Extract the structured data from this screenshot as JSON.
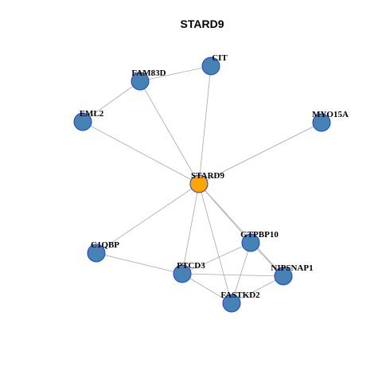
{
  "title": "STARD9",
  "colors": {
    "hub_fill": "#FFA500",
    "node_fill": "#4682B4",
    "node_border": "#1F3FD6",
    "edge": "#A8A8A8"
  },
  "nodes": [
    {
      "id": "STARD9",
      "label": "STARD9",
      "hub": true
    },
    {
      "id": "CIT",
      "label": "CIT",
      "hub": false
    },
    {
      "id": "FAM83D",
      "label": "FAM83D",
      "hub": false
    },
    {
      "id": "EML2",
      "label": "EML2",
      "hub": false
    },
    {
      "id": "MYO15A",
      "label": "MYO15A",
      "hub": false
    },
    {
      "id": "GTPBP10",
      "label": "GTPBP10",
      "hub": false
    },
    {
      "id": "C1QBP",
      "label": "C1QBP",
      "hub": false
    },
    {
      "id": "PTCD3",
      "label": "PTCD3",
      "hub": false
    },
    {
      "id": "NIPSNAP1",
      "label": "NIPSNAP1",
      "hub": false
    },
    {
      "id": "FASTKD2",
      "label": "FASTKD2",
      "hub": false
    }
  ],
  "edges": [
    [
      "FAM83D",
      "CIT"
    ],
    [
      "FAM83D",
      "EML2"
    ],
    [
      "FAM83D",
      "STARD9"
    ],
    [
      "CIT",
      "STARD9"
    ],
    [
      "EML2",
      "STARD9"
    ],
    [
      "MYO15A",
      "STARD9"
    ],
    [
      "STARD9",
      "C1QBP"
    ],
    [
      "STARD9",
      "PTCD3"
    ],
    [
      "STARD9",
      "GTPBP10"
    ],
    [
      "STARD9",
      "NIPSNAP1"
    ],
    [
      "STARD9",
      "FASTKD2"
    ],
    [
      "C1QBP",
      "PTCD3"
    ],
    [
      "PTCD3",
      "GTPBP10"
    ],
    [
      "PTCD3",
      "NIPSNAP1"
    ],
    [
      "PTCD3",
      "FASTKD2"
    ],
    [
      "GTPBP10",
      "NIPSNAP1"
    ],
    [
      "GTPBP10",
      "FASTKD2"
    ],
    [
      "NIPSNAP1",
      "FASTKD2"
    ]
  ]
}
